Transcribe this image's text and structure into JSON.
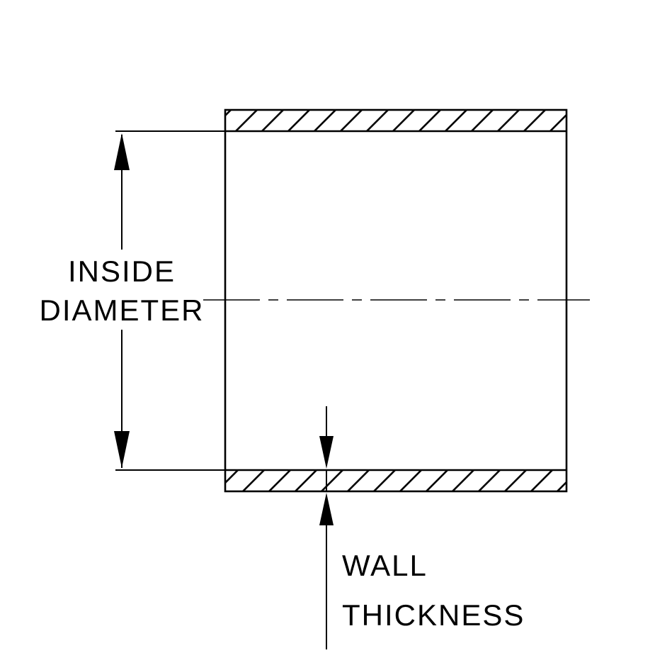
{
  "diagram": {
    "background_color": "#ffffff",
    "line_color": "#000000",
    "labels": {
      "inside_diameter": [
        "INSIDE",
        "DIAMETER"
      ],
      "wall_thickness": [
        "WALL",
        "THICKNESS"
      ]
    }
  }
}
